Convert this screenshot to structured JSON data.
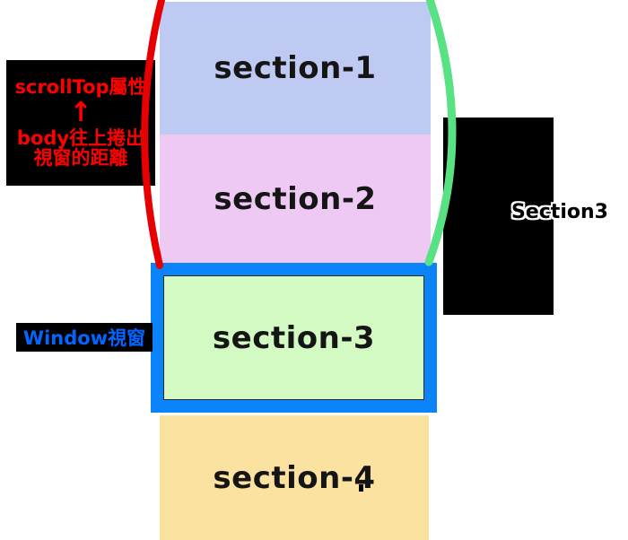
{
  "diagram": {
    "title_context": "scrollTop property illustration",
    "sections": [
      {
        "label": "section-1",
        "fill": "#bfcaf3"
      },
      {
        "label": "section-2",
        "fill": "#eec9f4"
      },
      {
        "label": "section-3",
        "fill": "#d2fac2"
      },
      {
        "label": "section-4",
        "fill": "#fce2a0"
      }
    ],
    "annotations": {
      "scrolltop_callout": {
        "line1": "scrollTop屬性",
        "arrow": "↑",
        "line2": "body往上捲出",
        "line3": "視窗的距離",
        "text_color": "#ff0000",
        "box_color": "#000000"
      },
      "window_callout": {
        "text": "Window視窗",
        "text_color": "#0066ff",
        "box_color": "#000000"
      },
      "right_callout": {
        "text": "Section3",
        "box_color": "#000000"
      }
    },
    "colors": {
      "window_border": "#0b84fa",
      "red_curve": "#e60000",
      "green_curve": "#58e283"
    }
  }
}
